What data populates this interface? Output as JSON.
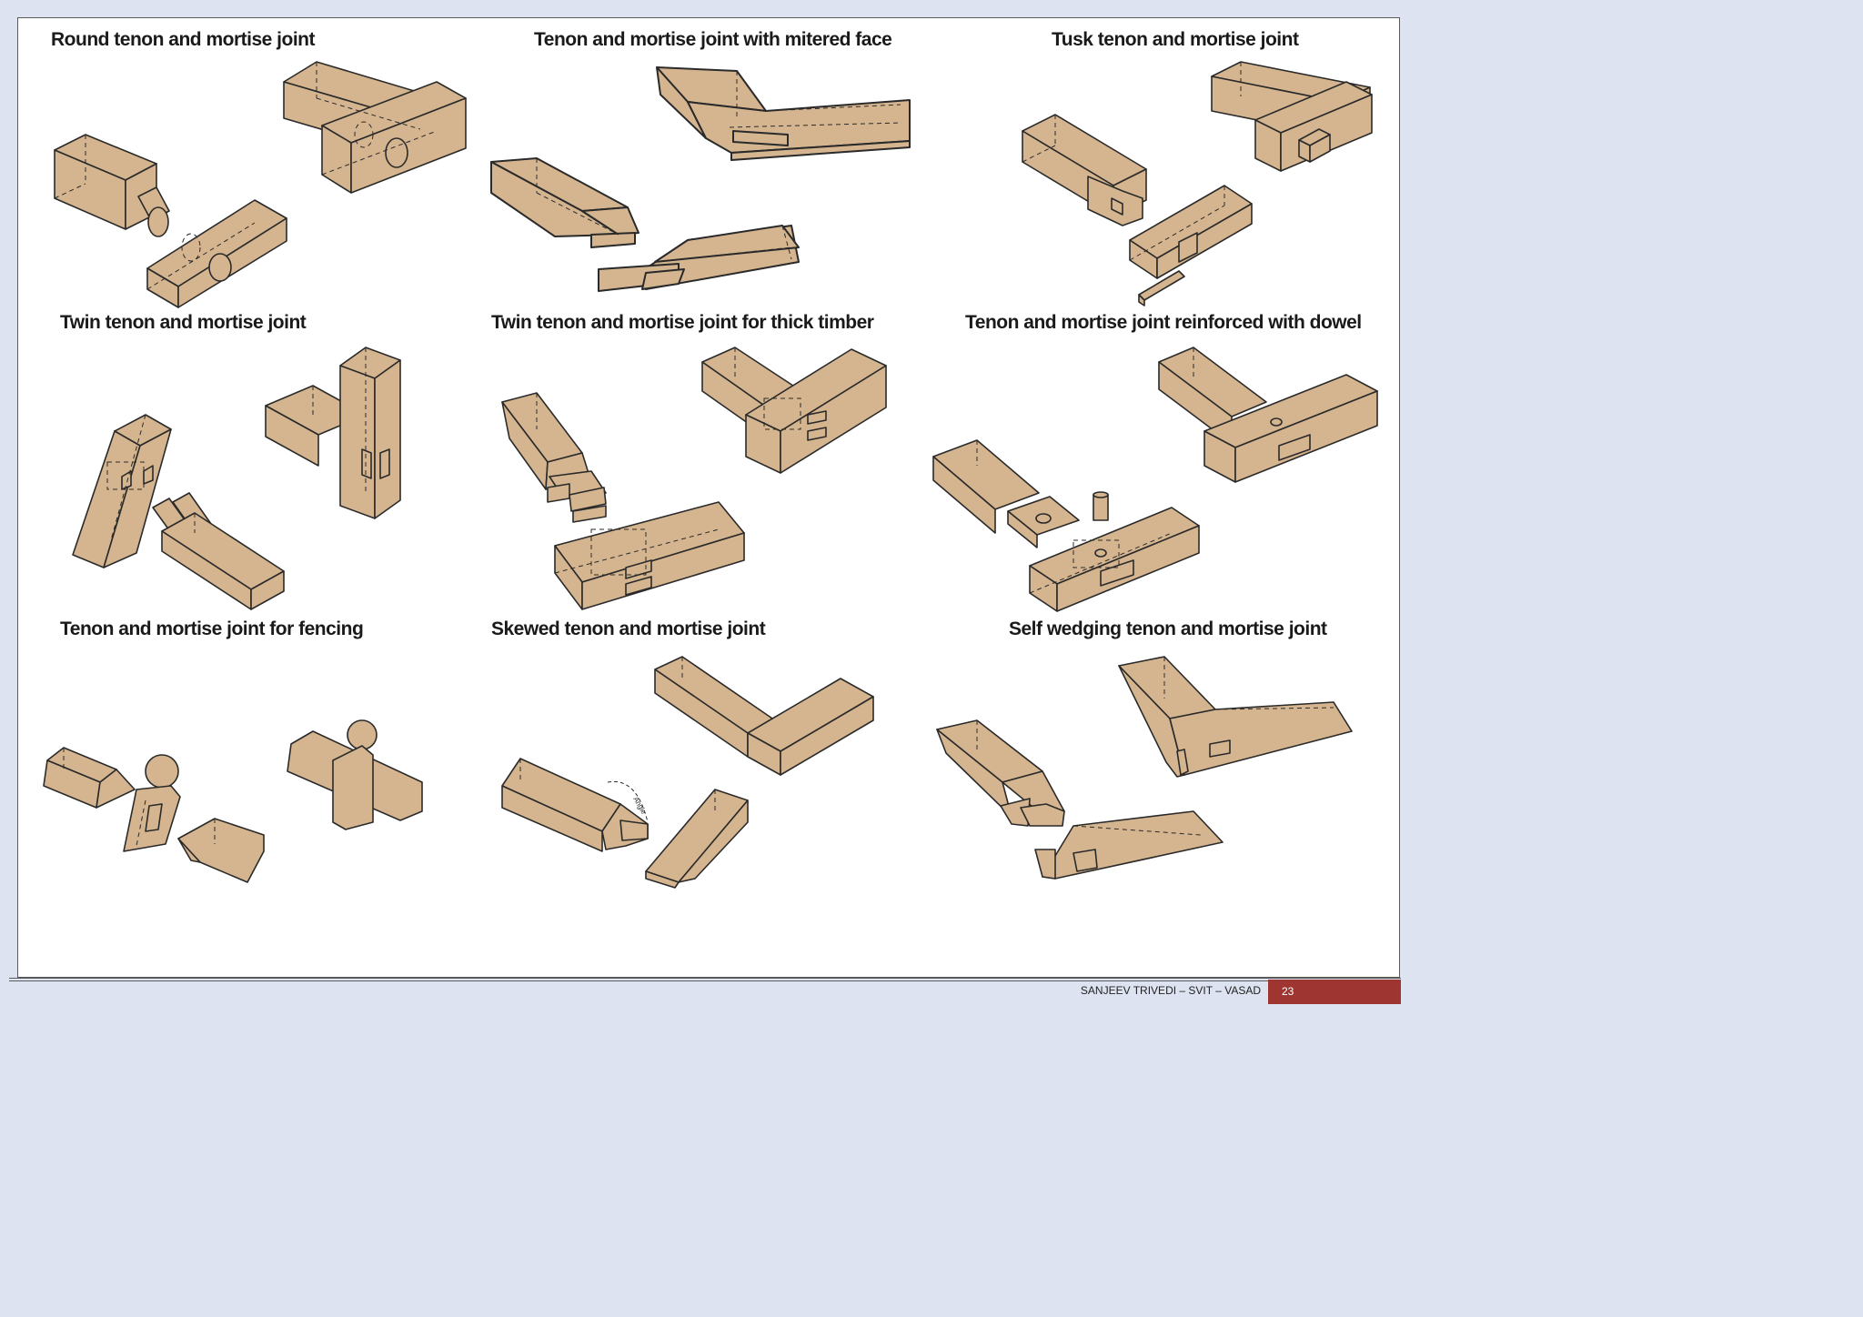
{
  "colors": {
    "wood": "#d5b58f",
    "outline": "#2a2a2a",
    "page_number_bg": "#9f3530"
  },
  "titles": [
    "Round tenon and mortise joint",
    "Tenon and mortise joint with mitered face",
    "Tusk tenon and mortise joint",
    "Twin tenon and mortise joint",
    "Twin tenon and mortise joint for thick timber",
    "Tenon and mortise joint reinforced with dowel",
    "Tenon and mortise joint for fencing",
    "Skewed tenon and mortise joint",
    "Self wedging tenon and mortise joint"
  ],
  "annotation": "Angle",
  "footer": {
    "author": "SANJEEV TRIVEDI – SVIT – VASAD",
    "page_number": "23"
  }
}
